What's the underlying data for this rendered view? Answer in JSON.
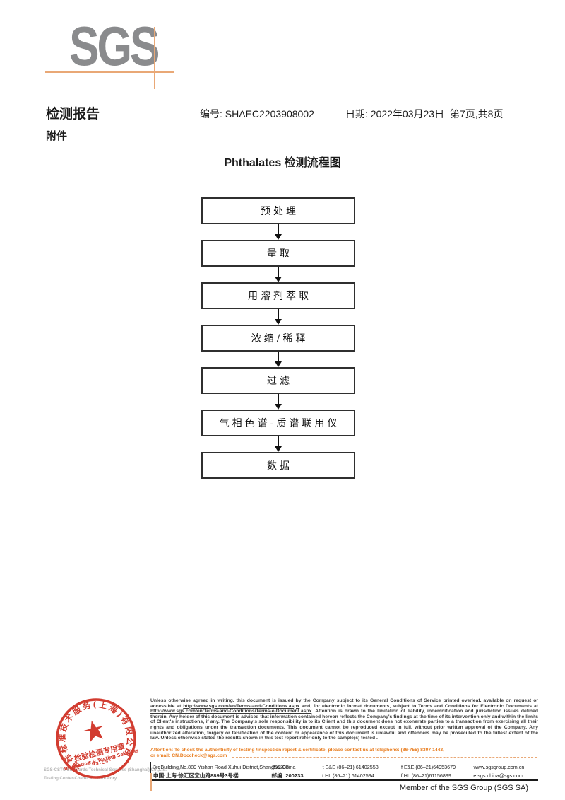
{
  "page": {
    "logo_text": "SGS",
    "footer_member": "Member of the SGS Group (SGS SA)"
  },
  "header": {
    "report_title": "检测报告",
    "report_no": "编号: SHAEC2203908002",
    "date": "日期: 2022年03月23日",
    "page_info": "第7页,共8页",
    "attachment": "附件"
  },
  "flowchart": {
    "title": "Phthalates 检测流程图",
    "steps": [
      "预处理",
      "量取",
      "用溶剂萃取",
      "浓缩/稀释",
      "过滤",
      "气相色谱-质谱联用仪",
      "数据"
    ]
  },
  "stamp": {
    "ring_text": "通标标准技术服务(上海)有限公司",
    "ring_bottom_text": "SGS-CSTC",
    "center_line1": "检验检测专用章",
    "center_line2": "Inspection & Testing Services",
    "company_en_line1": "SGS-CSTC Standards Technical Services (Shanghai) Co.,Ltd.",
    "company_en_line2": "Testing Center-Chemical Laboratory",
    "red": "#cf2e21"
  },
  "legal": {
    "p1": "Unless otherwise agreed in writing, this document is issued by the Company subject to its General Conditions of Service printed overleaf, available on request or accessible at ",
    "url1": "http://www.sgs.com/en/Terms-and-Conditions.aspx",
    "p2": " and, for electronic format documents, subject to Terms and Conditions for Electronic Documents at ",
    "url2": "http://www.sgs.com/en/Terms-and-Conditions/Terms-e-Document.aspx",
    "p3": ". Attention is drawn to the limitation of liability, indemnification and jurisdiction issues defined therein. Any holder of this document is advised that information contained hereon reflects the Company's findings at the time of its intervention only and within the limits of Client's instructions, if any. The Company's sole responsibility is to its Client and this document does not exonerate parties to a transaction from exercising all their rights and obligations under the transaction documents. This document cannot be reproduced except in full, without prior written approval of the Company. Any unauthorized alteration, forgery or falsification of the content or appearance of this document is unlawful and offenders may be prosecuted to the fullest extent of the law. Unless otherwise stated the results shown in this test report refer only to the sample(s) tested .",
    "attention_line1": "Attention: To check the authenticity of testing /inspection report & certificate, please contact us at telephone: (86-755) 8307 1443,",
    "attention_line2": "or email: CN.Doccheck@sgs.com"
  },
  "address": {
    "en": "3rdBuilding,No.889 Yishan Road Xuhui District,Shanghai China",
    "en_postal": "200233",
    "cn": "中国·上海·徐汇区宜山路889号3号楼",
    "cn_postal": "邮编: 200233",
    "tel1": "t E&E (86–21) 61402553",
    "fax1": "f E&E (86–21)64953679",
    "web": "www.sgsgroup.com.cn",
    "tel2": "t HL (86–21) 61402594",
    "fax2": "f HL (86–21)61156899",
    "email": "e sgs.china@sgs.com"
  }
}
